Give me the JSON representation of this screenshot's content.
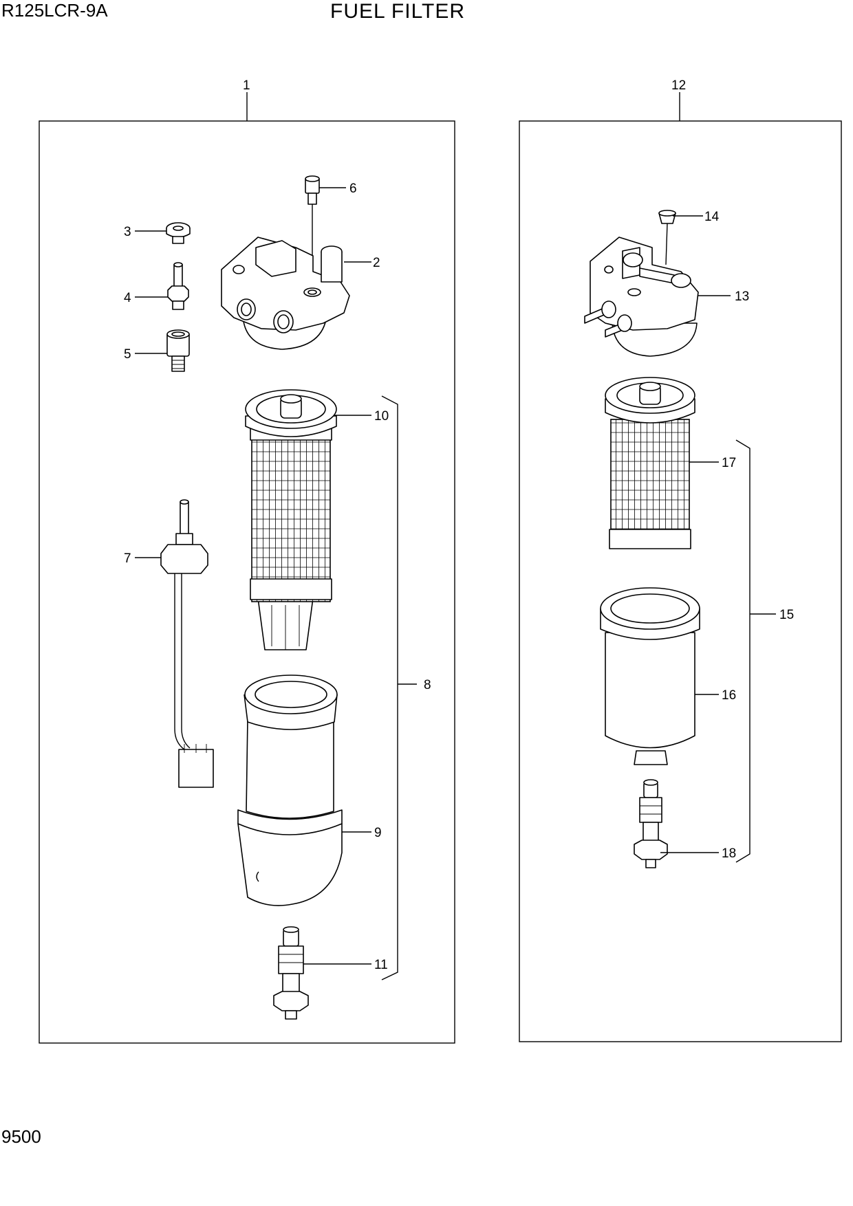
{
  "header": {
    "model": "R125LCR-9A",
    "title": "FUEL FILTER"
  },
  "footer": {
    "page_number": "9500"
  },
  "callouts": {
    "c1": "1",
    "c2": "2",
    "c3": "3",
    "c4": "4",
    "c5": "5",
    "c6": "6",
    "c7": "7",
    "c8": "8",
    "c9": "9",
    "c10": "10",
    "c11": "11",
    "c12": "12",
    "c13": "13",
    "c14": "14",
    "c15": "15",
    "c16": "16",
    "c17": "17",
    "c18": "18"
  }
}
